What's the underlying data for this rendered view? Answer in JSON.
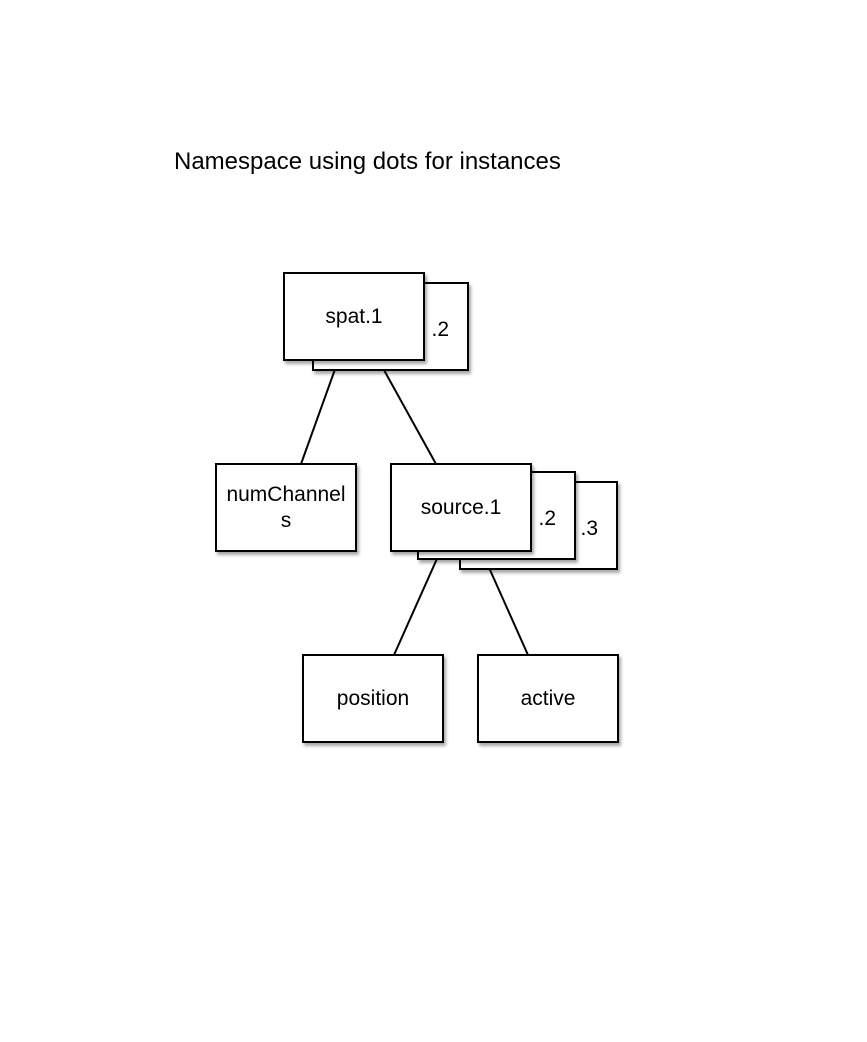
{
  "title": "Namespace using dots for instances",
  "nodes": {
    "spat": {
      "label": "spat.1",
      "stack": [
        ".2"
      ]
    },
    "num_channels": {
      "label": "numChannels"
    },
    "source": {
      "label": "source.1",
      "stack": [
        ".2",
        ".3"
      ]
    },
    "position": {
      "label": "position"
    },
    "active": {
      "label": "active"
    }
  },
  "edges": [
    {
      "from": "spat",
      "to": "num_channels"
    },
    {
      "from": "spat",
      "to": "source"
    },
    {
      "from": "source",
      "to": "position"
    },
    {
      "from": "source",
      "to": "active"
    }
  ]
}
